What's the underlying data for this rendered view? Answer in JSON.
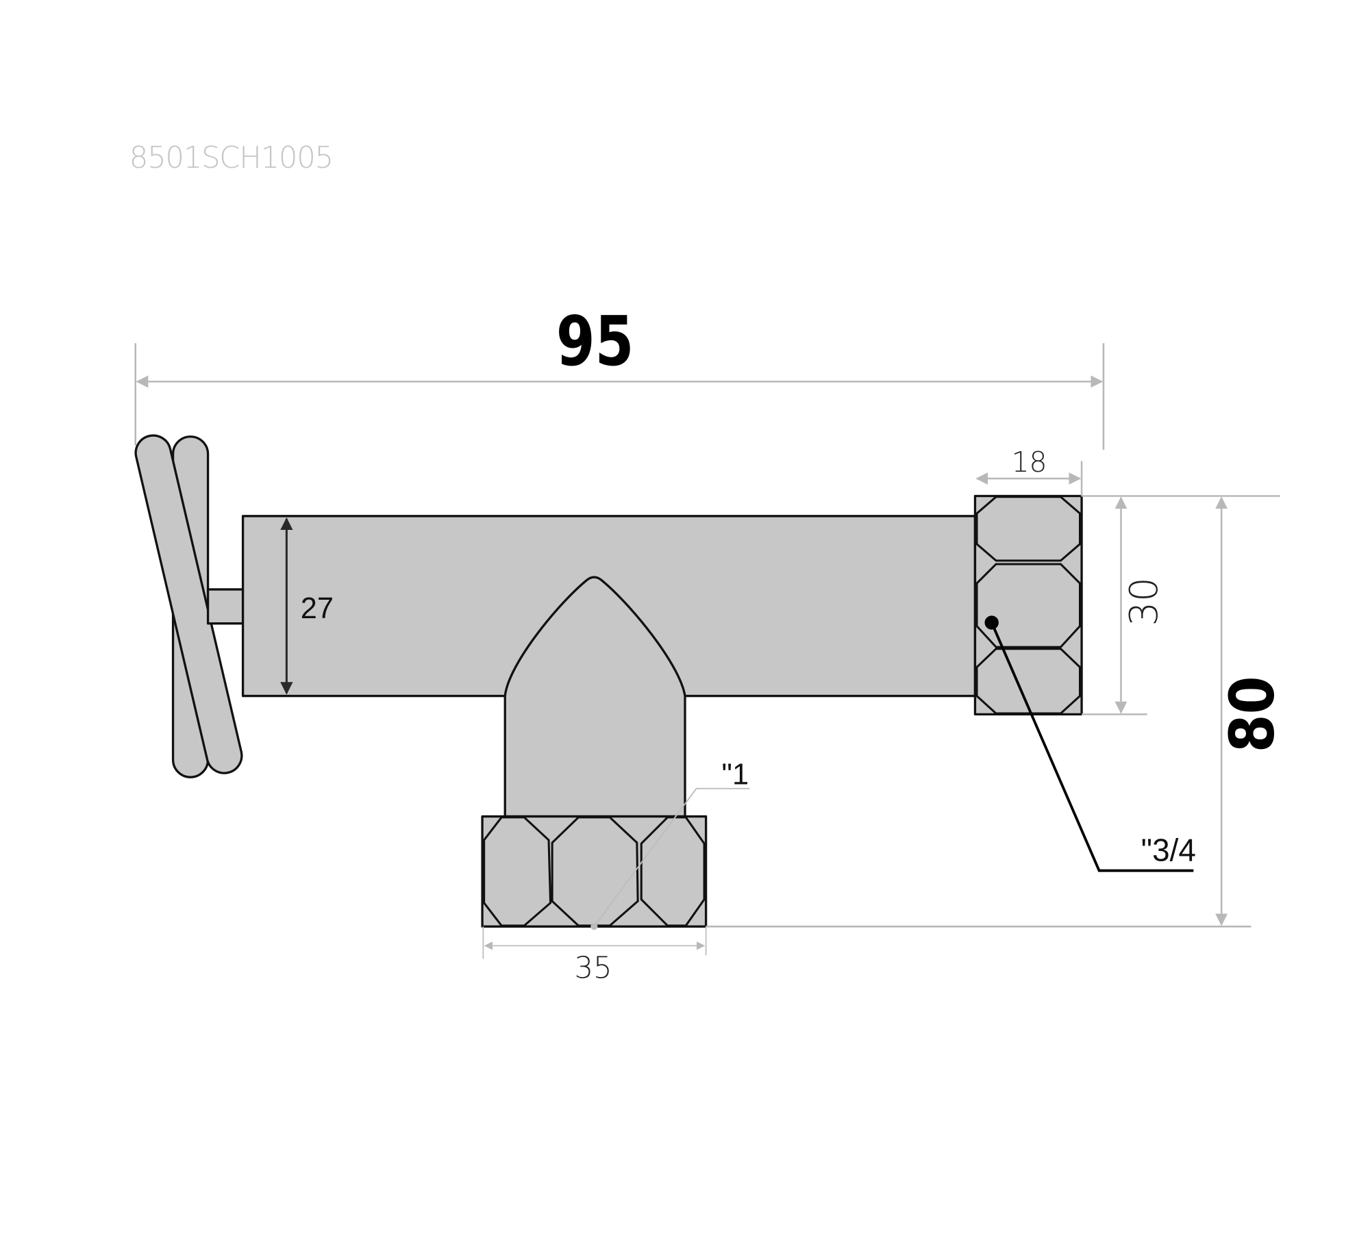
{
  "drawing": {
    "code": "8501SCH1005",
    "units": "mm",
    "colors": {
      "part_fill": "#c6c7c6",
      "outline": "#111111",
      "dimension_line": "#b8b8b8",
      "title_text": "#c4c4c4"
    }
  },
  "dimensions": {
    "overall_length": "95",
    "overall_height": "80",
    "body_height": "27",
    "outlet_nut_width": "18",
    "outlet_nut_height": "30",
    "inlet_nut_width": "35"
  },
  "threads": {
    "inlet": "\"1",
    "outlet": "\"3/4"
  }
}
